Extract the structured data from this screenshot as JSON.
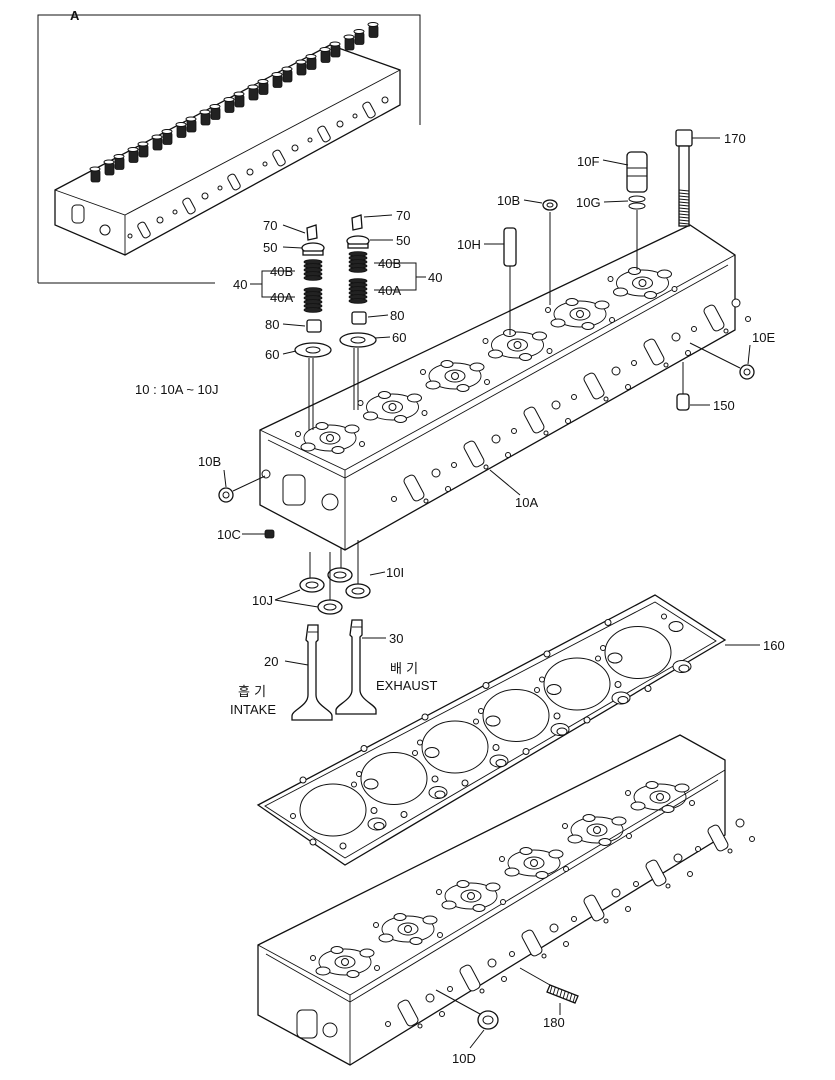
{
  "diagram": {
    "inset_label": "A",
    "note": "10 : 10A ~ 10J",
    "intake_korean": "흡 기",
    "intake_english": "INTAKE",
    "exhaust_korean": "배 기",
    "exhaust_english": "EXHAUST",
    "callouts": {
      "c170": "170",
      "c10F": "10F",
      "c10G": "10G",
      "c10B_top": "10B",
      "c10H": "10H",
      "c70_left": "70",
      "c70_right": "70",
      "c50_left": "50",
      "c50_right": "50",
      "c40_left": "40",
      "c40_right": "40",
      "c40B_left": "40B",
      "c40B_right": "40B",
      "c40A_left": "40A",
      "c40A_right": "40A",
      "c80_left": "80",
      "c80_right": "80",
      "c60_left": "60",
      "c60_right": "60",
      "c10E": "10E",
      "c150": "150",
      "c10B_side": "10B",
      "c10A": "10A",
      "c10C": "10C",
      "c10I": "10I",
      "c10J": "10J",
      "c30": "30",
      "c20": "20",
      "c160": "160",
      "c180": "180",
      "c10D": "10D"
    }
  }
}
